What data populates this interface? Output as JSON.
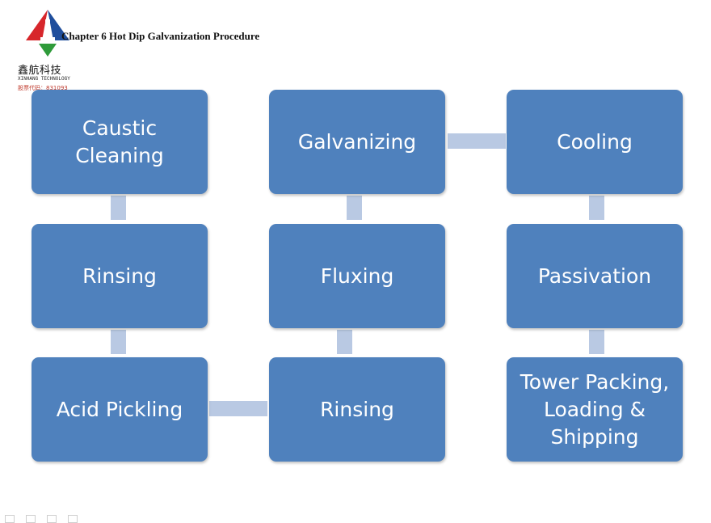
{
  "header": {
    "chapter_title": "Chapter 6  Hot Dip Galvanization Procedure"
  },
  "logo": {
    "name_cn": "鑫航科技",
    "name_en": "XINHANG TECHNOLOGY",
    "stock_code": "股票代码：831093",
    "colors": {
      "red": "#d7262b",
      "blue": "#1f4e9c",
      "green": "#2f9b3a"
    }
  },
  "diagram": {
    "box_color": "#4f81bd",
    "connector_color": "#b9c9e3",
    "steps": {
      "caustic_cleaning": "Caustic\nCleaning",
      "rinsing_1": "Rinsing",
      "acid_pickling": "Acid Pickling",
      "rinsing_2": "Rinsing",
      "fluxing": "Fluxing",
      "galvanizing": "Galvanizing",
      "cooling": "Cooling",
      "passivation": "Passivation",
      "tower_packing": "Tower Packing,\nLoading &\nShipping"
    }
  }
}
